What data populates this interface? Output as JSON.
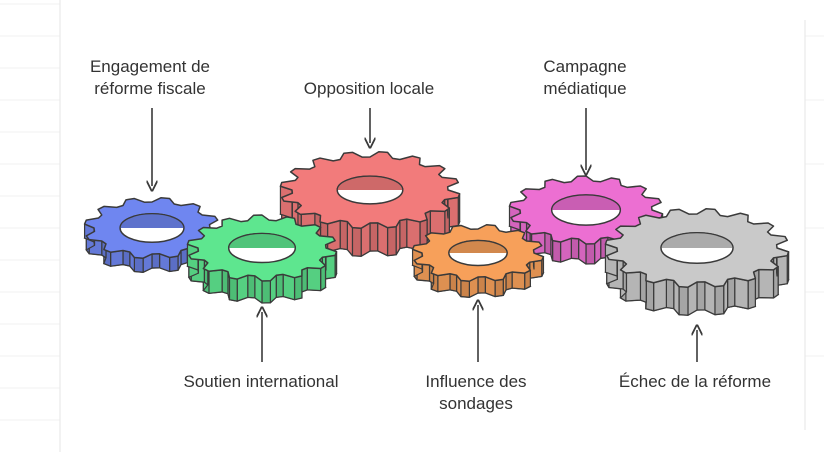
{
  "colors": {
    "blue": "#6f86f0",
    "green": "#5ee68f",
    "red": "#f27b7b",
    "orange": "#f7a05a",
    "pink": "#ec6fd2",
    "gray": "#c9c9c9",
    "outline": "#3a3a3a",
    "text": "#333333"
  },
  "gears": [
    {
      "id": "gear-engagement",
      "color": "blue",
      "label_ref": "engagement",
      "icon": "gear-icon"
    },
    {
      "id": "gear-soutien",
      "color": "green",
      "label_ref": "soutien",
      "icon": "gear-icon"
    },
    {
      "id": "gear-opposition",
      "color": "red",
      "label_ref": "opposition",
      "icon": "gear-icon"
    },
    {
      "id": "gear-influence",
      "color": "orange",
      "label_ref": "influence",
      "icon": "gear-icon"
    },
    {
      "id": "gear-campagne",
      "color": "pink",
      "label_ref": "campagne",
      "icon": "gear-icon"
    },
    {
      "id": "gear-echec",
      "color": "gray",
      "label_ref": "echec",
      "icon": "gear-icon"
    }
  ],
  "labels": {
    "engagement": "Engagement de\nréforme fiscale",
    "opposition": "Opposition locale",
    "campagne": "Campagne\nmédiatique",
    "soutien": "Soutien international",
    "influence": "Influence des\nsondages",
    "echec": "Échec de la réforme"
  }
}
